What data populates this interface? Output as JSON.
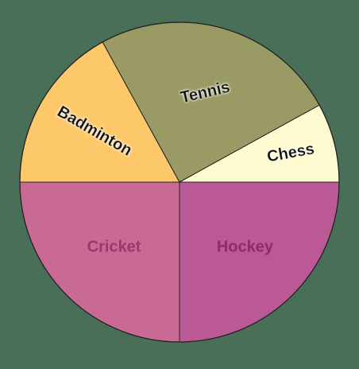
{
  "background_color": "#4a6f59",
  "chart_data": {
    "type": "pie",
    "start_angle_deg": 180,
    "direction": "clockwise",
    "slices": [
      {
        "label": "Badminton",
        "value": 17,
        "color": "#fdc86a",
        "label_color": "#111111",
        "label_style": "shadow",
        "label_rotate": 30
      },
      {
        "label": "Tennis",
        "value": 25,
        "color": "#9a9a64",
        "label_color": "#111111",
        "label_style": "shadow",
        "label_rotate": -13
      },
      {
        "label": "Chess",
        "value": 8,
        "color": "#fffbd0",
        "label_color": "#111111",
        "label_style": "shadow",
        "label_rotate": -10
      },
      {
        "label": "Hockey",
        "value": 25,
        "color": "#bb5996",
        "label_color": "#8e2c6a",
        "label_style": "plain",
        "label_rotate": 0
      },
      {
        "label": "Cricket",
        "value": 25,
        "color": "#c96a94",
        "label_color": "#a0346e",
        "label_style": "plain",
        "label_rotate": 0
      }
    ],
    "slice_edge_color": "#222222"
  }
}
